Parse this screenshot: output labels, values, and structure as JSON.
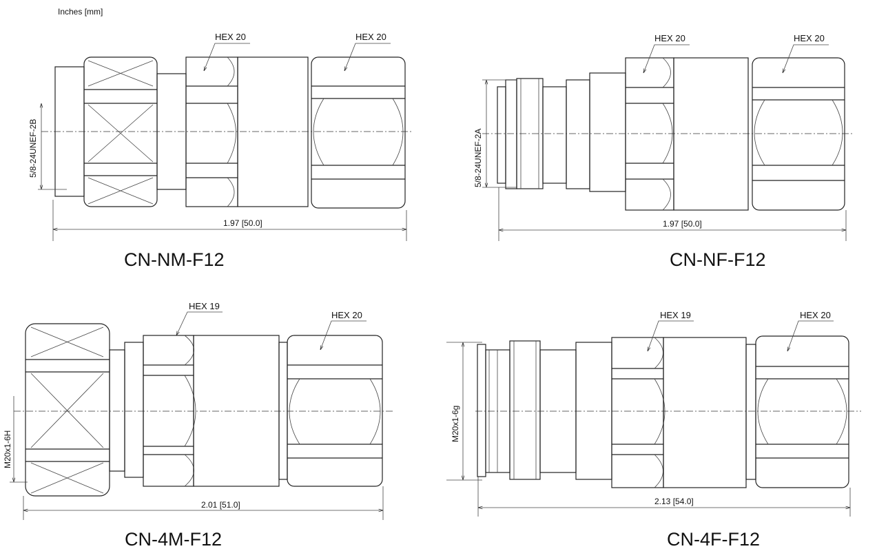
{
  "units_label": "Inches [mm]",
  "drawings": [
    {
      "title": "CN-NM-F12",
      "thread": "5/8-24UNEF-2B",
      "length": "1.97 [50.0]",
      "hex_a": "HEX 20",
      "hex_b": "HEX 20"
    },
    {
      "title": "CN-NF-F12",
      "thread": "5/8-24UNEF-2A",
      "length": "1.97 [50.0]",
      "hex_a": "HEX 20",
      "hex_b": "HEX 20"
    },
    {
      "title": "CN-4M-F12",
      "thread": "M20x1-6H",
      "length": "2.01 [51.0]",
      "hex_a": "HEX 19",
      "hex_b": "HEX 20"
    },
    {
      "title": "CN-4F-F12",
      "thread": "M20x1-6g",
      "length": "2.13 [54.0]",
      "hex_a": "HEX 19",
      "hex_b": "HEX 20"
    }
  ]
}
